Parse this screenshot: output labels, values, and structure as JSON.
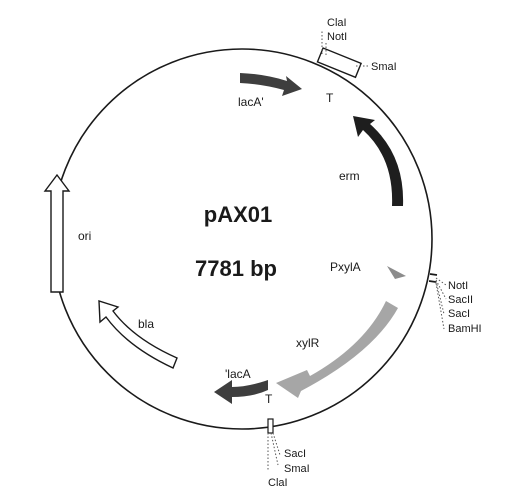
{
  "plasmid": {
    "name": "pAX01",
    "size": "7781 bp"
  },
  "features": {
    "lacA_prime": "lacA'",
    "prime_lacA": "'lacA",
    "erm": "erm",
    "ori": "ori",
    "bla": "bla",
    "xylR": "xylR",
    "PxylA": "PxylA",
    "terminator_top": "T",
    "terminator_bottom": "T"
  },
  "sites": {
    "top": [
      "ClaI",
      "NotI"
    ],
    "top_right": "SmaI",
    "right": [
      "NotI",
      "SacII",
      "SacI",
      "BamHI"
    ],
    "bottom": [
      "SacI",
      "SmaI",
      "ClaI"
    ]
  },
  "colors": {
    "backbone": "#1a1a1a",
    "lacA": "#3e3e3e",
    "erm": "#1e1e1e",
    "xylR": "#a6a6a6",
    "PxylA": "#8c8c8c",
    "open_arrow_fill": "#ffffff"
  }
}
